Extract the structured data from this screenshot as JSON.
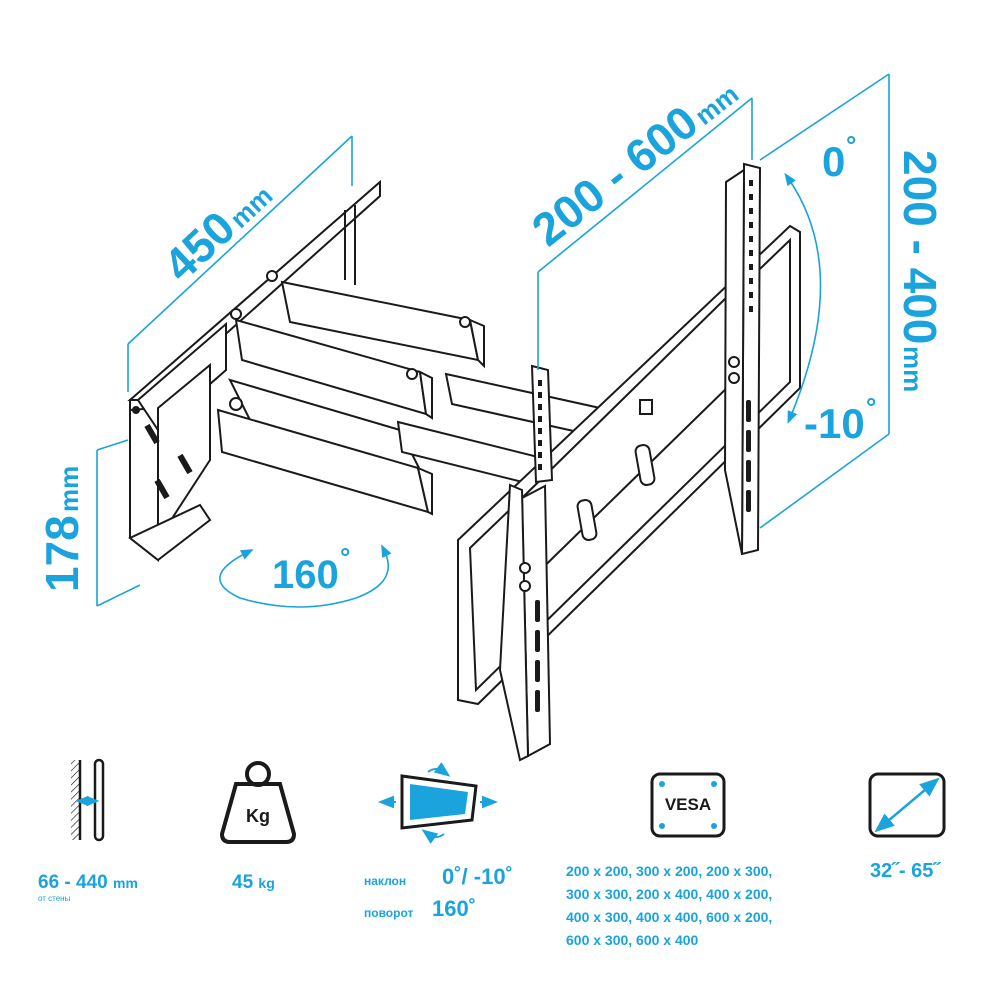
{
  "dimensions": {
    "width": {
      "value": "450",
      "unit": "mm"
    },
    "vesa_h": {
      "value": "200 - 600",
      "unit": "mm"
    },
    "vesa_v": {
      "value": "200 - 400",
      "unit": "mm"
    },
    "height": {
      "value": "178",
      "unit": "mm"
    },
    "swivel": "160",
    "tilt_top": "0",
    "tilt_bottom": "-10",
    "degree": "°"
  },
  "specs": {
    "distance": {
      "value": "66 - 440",
      "unit": "mm",
      "note": "от стены"
    },
    "load": {
      "value": "45",
      "unit": "kg",
      "icon_label": "Kg"
    },
    "tilt": {
      "label": "наклон",
      "value": "0˚/ -10˚"
    },
    "swivel": {
      "label": "поворот",
      "value": "160˚"
    },
    "vesa": {
      "icon_label": "VESA",
      "lines": [
        "200 x 200, 300 x 200, 200 x 300,",
        "300 x 300, 200 x 400, 400 x 200,",
        "400 x 300, 400 x 400, 600 x 200,",
        "600 x 300, 600 x 400"
      ]
    },
    "screen": {
      "value": "32˝- 65˝"
    }
  },
  "colors": {
    "accent": "#1aa3dc",
    "line": "#1a1a1a"
  }
}
